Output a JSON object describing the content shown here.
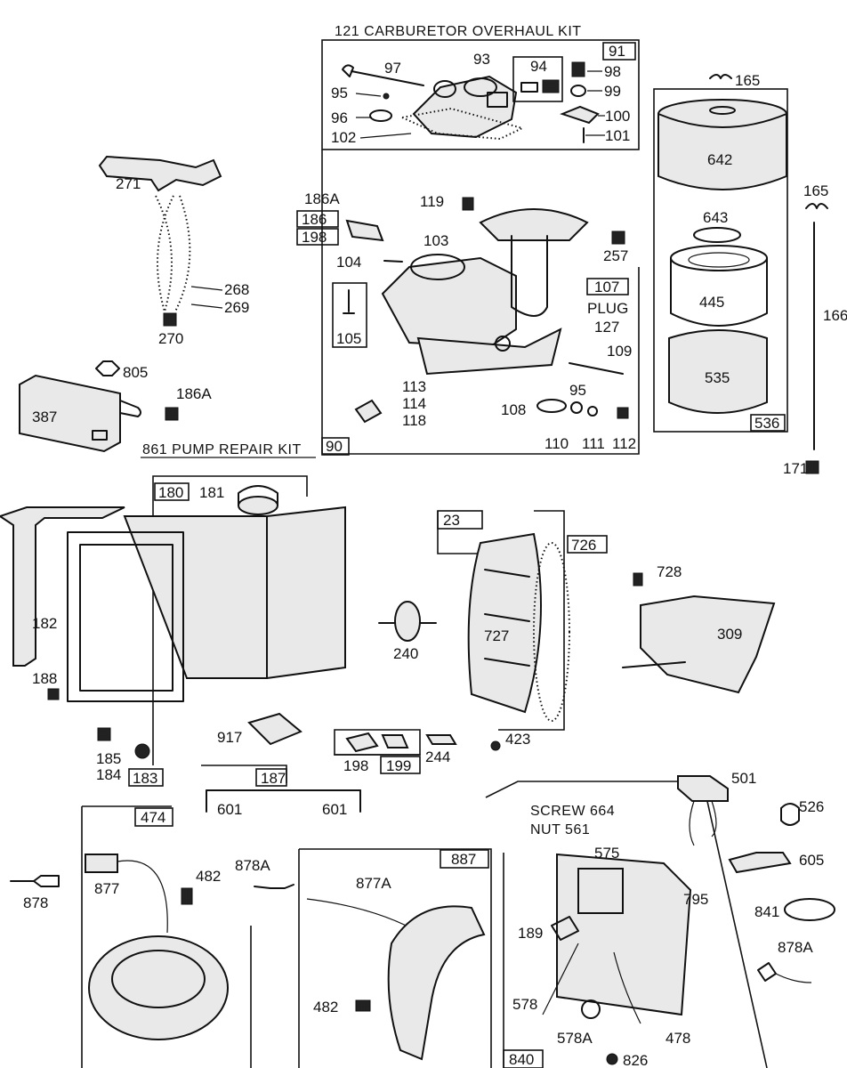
{
  "kits": {
    "carburetor_overhaul": "121 CARBURETOR OVERHAUL KIT",
    "pump_repair": "861 PUMP REPAIR KIT",
    "screw_664": "SCREW 664",
    "nut_561": "NUT 561",
    "plug": "PLUG"
  },
  "labels": {
    "p91": "91",
    "p93": "93",
    "p94": "94",
    "p95": "95",
    "p96": "96",
    "p97": "97",
    "p98": "98",
    "p99": "99",
    "p100": "100",
    "p101": "101",
    "p102": "102",
    "p165a": "165",
    "p642": "642",
    "p165b": "165",
    "p643": "643",
    "p445": "445",
    "p535": "535",
    "p536": "536",
    "p166": "166",
    "p171": "171",
    "p271": "271",
    "p268": "268",
    "p269": "269",
    "p270": "270",
    "p186A_a": "186A",
    "p186": "186",
    "p198a": "198",
    "p119": "119",
    "p103": "103",
    "p257": "257",
    "p104": "104",
    "p107": "107",
    "p127": "127",
    "p105": "105",
    "p109": "109",
    "p113": "113",
    "p114": "114",
    "p118": "118",
    "p95b": "95",
    "p108": "108",
    "p110": "110",
    "p111": "111",
    "p112": "112",
    "p90": "90",
    "p805": "805",
    "p387": "387",
    "p186A_b": "186A",
    "p180": "180",
    "p181": "181",
    "p182": "182",
    "p188": "188",
    "p185": "185",
    "p184": "184",
    "p183": "183",
    "p917": "917",
    "p240": "240",
    "p198b": "198",
    "p199": "199",
    "p244": "244",
    "p23": "23",
    "p726": "726",
    "p727": "727",
    "p423": "423",
    "p728": "728",
    "p309": "309",
    "p187": "187",
    "p601a": "601",
    "p601b": "601",
    "p474": "474",
    "p482a": "482",
    "p878": "878",
    "p877": "877",
    "p878A_a": "878A",
    "p887": "887",
    "p877A": "877A",
    "p482b": "482",
    "p501": "501",
    "p526": "526",
    "p605": "605",
    "p841": "841",
    "p878A_b": "878A",
    "p575": "575",
    "p795": "795",
    "p189": "189",
    "p578": "578",
    "p578A": "578A",
    "p478": "478",
    "p840": "840",
    "p826": "826"
  }
}
